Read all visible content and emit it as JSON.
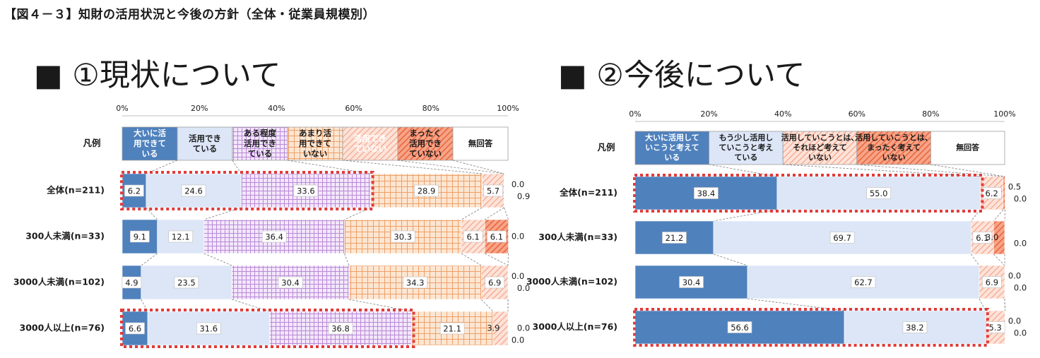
{
  "figure_title": "【図４－３】知財の活用状況と今後の方針（全体・従業員規模別）",
  "colors": {
    "dark_blue": "#4f81bd",
    "light_blue": "#dce6f7",
    "lavender": "#f0e2fa",
    "peach": "#fbe3cd",
    "salmon_light": "#fbd4c6",
    "salmon_dark": "#f08a6a",
    "highlight": "#e23b3b"
  },
  "chart_data": [
    {
      "type": "bar",
      "orientation": "horizontal-stacked-100",
      "title": "■ ①現状について",
      "axis_ticks": [
        "0%",
        "20%",
        "40%",
        "60%",
        "80%",
        "100%"
      ],
      "legend_label": "凡例",
      "legend": [
        "大いに活用できている",
        "活用できている",
        "ある程度活用できている",
        "あまり活用できていない",
        "活用できていない",
        "まったく活用できていない",
        "無回答"
      ],
      "categories": [
        "全体(n=211)",
        "300人未満(n=33)",
        "3000人未満(n=102)",
        "3000人以上(n=76)"
      ],
      "series": [
        {
          "name": "大いに活用できている",
          "values": [
            6.2,
            9.1,
            4.9,
            6.6
          ]
        },
        {
          "name": "活用できている",
          "values": [
            24.6,
            12.1,
            23.5,
            31.6
          ]
        },
        {
          "name": "ある程度活用できている",
          "values": [
            33.6,
            36.4,
            30.4,
            36.8
          ]
        },
        {
          "name": "あまり活用できていない",
          "values": [
            28.9,
            30.3,
            34.3,
            21.1
          ]
        },
        {
          "name": "活用できていない",
          "values": [
            5.7,
            6.1,
            6.9,
            3.9
          ]
        },
        {
          "name": "まったく活用できていない",
          "values": [
            0.0,
            6.1,
            0.0,
            0.0
          ]
        },
        {
          "name": "無回答",
          "values": [
            0.9,
            0.0,
            0.0,
            0.0
          ]
        }
      ],
      "highlighted_rows": [
        "全体(n=211)",
        "3000人以上(n=76)"
      ],
      "xlim": [
        0,
        100
      ]
    },
    {
      "type": "bar",
      "orientation": "horizontal-stacked-100",
      "title": "■ ②今後について",
      "axis_ticks": [
        "0%",
        "20%",
        "40%",
        "60%",
        "80%",
        "100%"
      ],
      "legend_label": "凡例",
      "legend": [
        "大いに活用していこうと考えている",
        "もう少し活用していこうと考えている",
        "活用していこうとは、それほど考えていない",
        "活用していこうとは、まったく考えていない",
        "無回答"
      ],
      "categories": [
        "全体(n=211)",
        "300人未満(n=33)",
        "3000人未満(n=102)",
        "3000人以上(n=76)"
      ],
      "series": [
        {
          "name": "大いに活用していこうと考えている",
          "values": [
            38.4,
            21.2,
            30.4,
            56.6
          ]
        },
        {
          "name": "もう少し活用していこうと考えている",
          "values": [
            55.0,
            69.7,
            62.7,
            38.2
          ]
        },
        {
          "name": "活用していこうとは、それほど考えていない",
          "values": [
            6.2,
            6.1,
            6.9,
            5.3
          ]
        },
        {
          "name": "活用していこうとは、まったく考えていない",
          "values": [
            0.5,
            3.0,
            0.0,
            0.0
          ]
        },
        {
          "name": "無回答",
          "values": [
            0.0,
            0.0,
            0.0,
            0.0
          ]
        }
      ],
      "highlighted_rows": [
        "全体(n=211)",
        "3000人以上(n=76)"
      ],
      "xlim": [
        0,
        100
      ]
    }
  ]
}
